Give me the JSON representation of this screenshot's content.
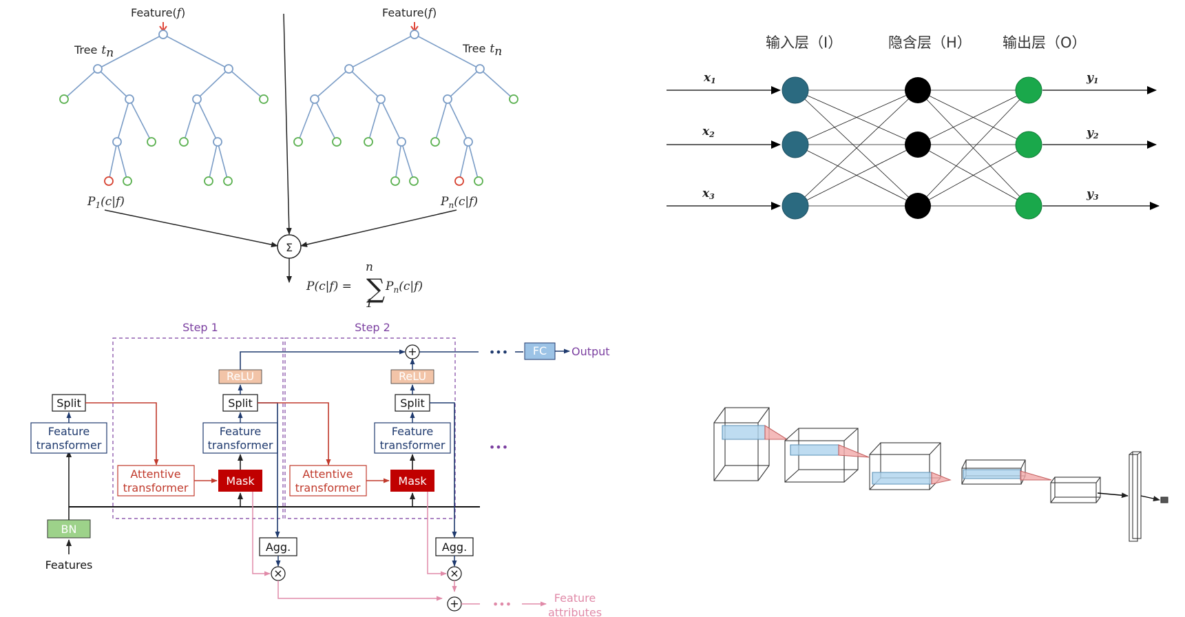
{
  "random_forest": {
    "feature_label_left": "Feature(",
    "feature_var_left": "f",
    "feature_close_left": ")",
    "feature_label_right": "Feature(",
    "feature_var_right": "f",
    "feature_close_right": ")",
    "tree_label_left": "Tree",
    "tree_var_left": "t",
    "tree_sub_left": "n",
    "tree_label_right": "Tree",
    "tree_var_right": "t",
    "tree_sub_right": "n",
    "prob_left": "P",
    "prob_left_sub": "1",
    "prob_left_args": "(c|f)",
    "prob_right": "P",
    "prob_right_sub": "n",
    "prob_right_args": "(c|f)",
    "sum_symbol": "Σ",
    "formula_lhs": "P(c|f) = ",
    "formula_sigma": "∑",
    "formula_upper": "n",
    "formula_lower": "1",
    "formula_term": "P",
    "formula_term_sub": "n",
    "formula_term_args": "(c|f)",
    "colors": {
      "edge": "#7a9cc6",
      "leaf": "#5ab04f",
      "selected": "#d6402f",
      "arrow": "#e1483a"
    }
  },
  "neural_net": {
    "layer_input": "输入层（I）",
    "layer_hidden": "隐含层（H）",
    "layer_output": "输出层（O）",
    "inputs": [
      {
        "name": "x",
        "sub": "1"
      },
      {
        "name": "x",
        "sub": "2"
      },
      {
        "name": "x",
        "sub": "3"
      }
    ],
    "outputs": [
      {
        "name": "y",
        "sub": "1"
      },
      {
        "name": "y",
        "sub": "2"
      },
      {
        "name": "y",
        "sub": "3"
      }
    ],
    "colors": {
      "input": "#2b6a80",
      "hidden": "#000000",
      "output": "#1aa84b"
    }
  },
  "tabnet": {
    "step1": "Step 1",
    "step2": "Step 2",
    "split": "Split",
    "feature_transformer_l1": "Feature",
    "feature_transformer_l2": "transformer",
    "attentive_l1": "Attentive",
    "attentive_l2": "transformer",
    "mask": "Mask",
    "relu": "ReLU",
    "bn": "BN",
    "features": "Features",
    "agg": "Agg.",
    "fc": "FC",
    "output": "Output",
    "feature_attr_l1": "Feature",
    "feature_attr_l2": "attributes",
    "ellipsis": "•••",
    "times": "×",
    "plus": "+",
    "colors": {
      "navy": "#1f3a6e",
      "red": "#c0392b",
      "purple": "#7b3fa0",
      "pink": "#e08aa8",
      "relu": "#f2c4a8",
      "bn": "#9dd28a",
      "fc": "#9cc3e6"
    }
  },
  "cnn": {}
}
